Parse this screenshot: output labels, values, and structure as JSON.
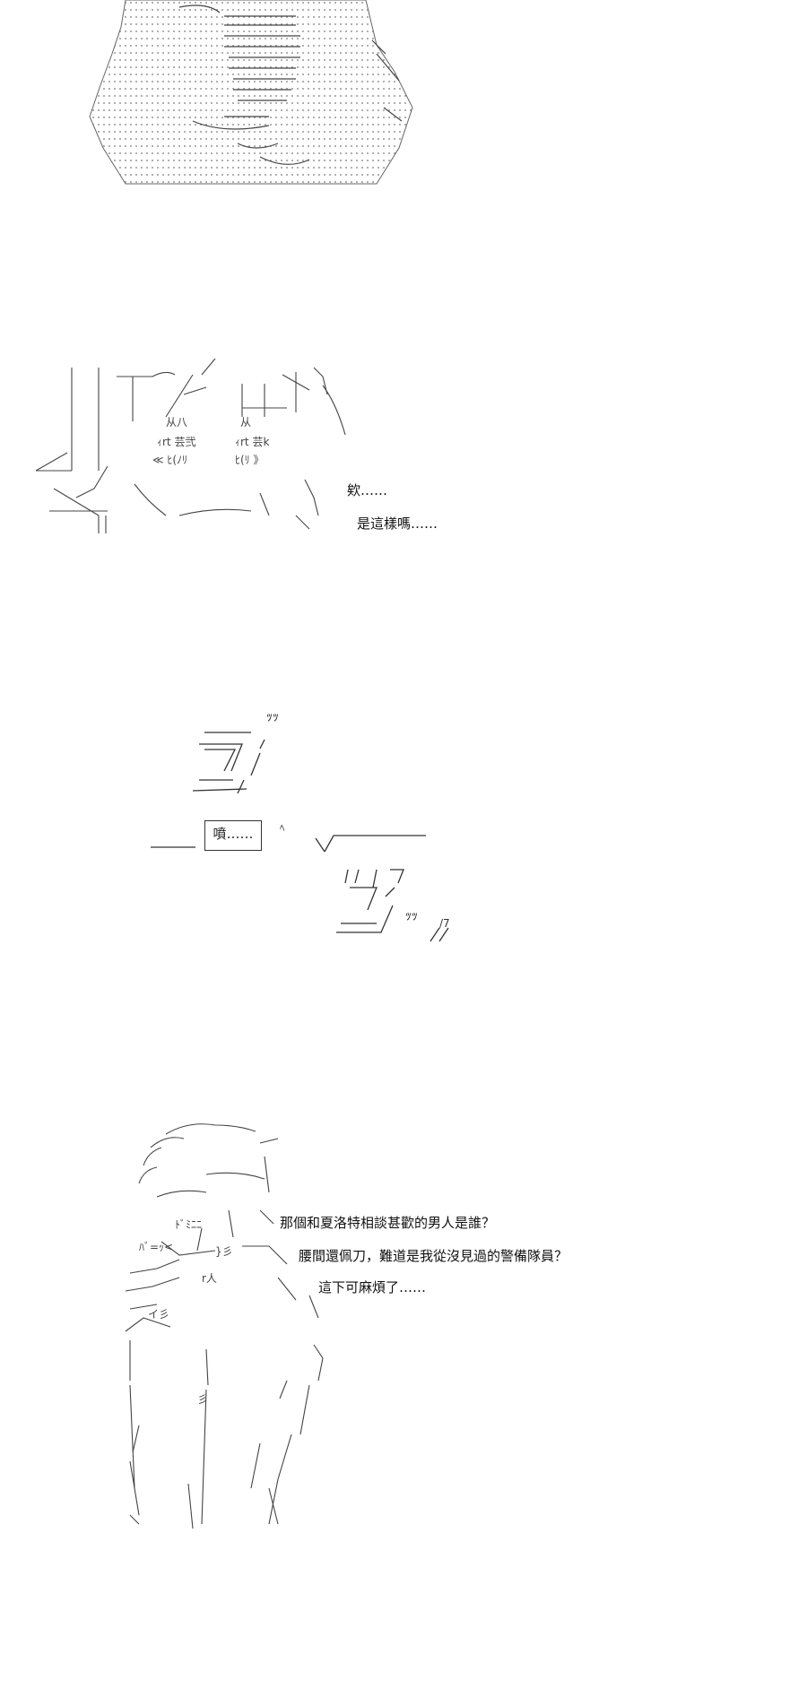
{
  "scene2": {
    "line1": "欸……",
    "line2": "是這樣嗎……"
  },
  "scene3": {
    "sfx_top": "ｯｯ",
    "boxed_line": "噴……",
    "sfx_bottom": "ｯｯ"
  },
  "scene4": {
    "line1": "那個和夏洛特相談甚歡的男人是誰？",
    "line2": "腰間還佩刀，難道是我從沒見過的警備隊員？",
    "line3": "這下可麻煩了……"
  }
}
